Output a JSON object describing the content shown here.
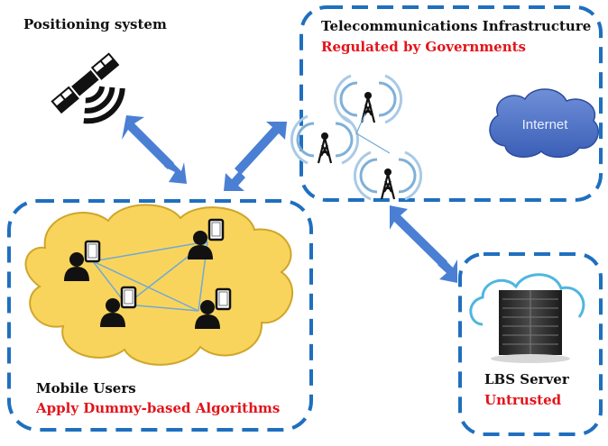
{
  "positioning": {
    "title": "Positioning system"
  },
  "telecom": {
    "title": "Telecommunications Infrastructure",
    "subtitle": "Regulated by Governments"
  },
  "internet": {
    "label": "Internet"
  },
  "mobile_users": {
    "title": "Mobile Users",
    "subtitle": "Apply Dummy-based Algorithms"
  },
  "lbs_server": {
    "title": "LBS Server",
    "subtitle": "Untrusted"
  },
  "colors": {
    "box_border": "#1f6fbf",
    "arrow": "#4a7fd4",
    "cloud_fill": "#f9d45c",
    "cloud_stroke": "#cfa62a",
    "accent_red": "#e3141b",
    "link_line": "#6fa9d6"
  },
  "icons": [
    "satellite-icon",
    "cell-tower-icon",
    "internet-cloud-icon",
    "mobile-user-icon",
    "server-rack-icon"
  ]
}
